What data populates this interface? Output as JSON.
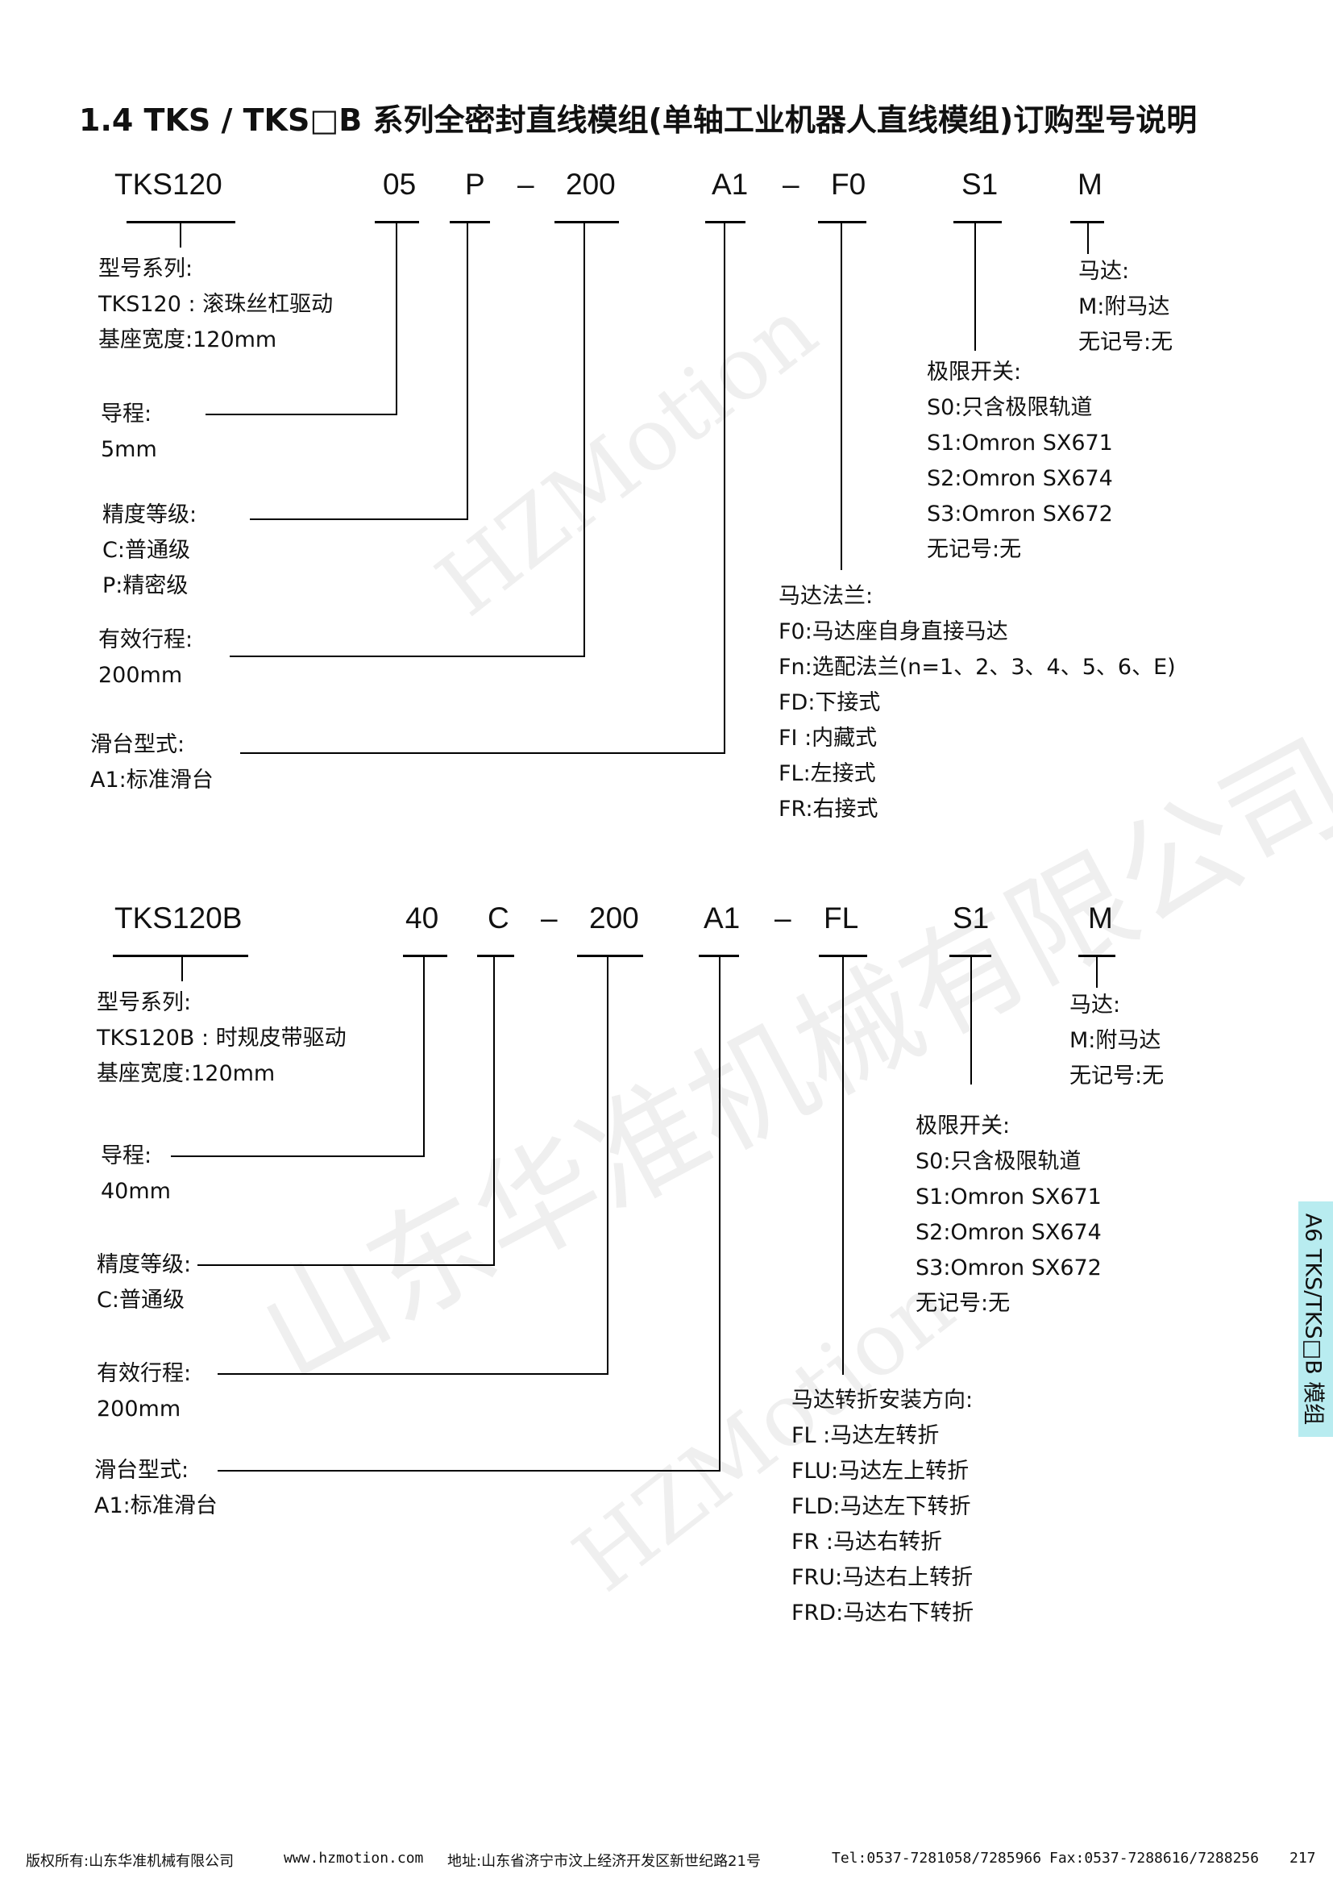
{
  "title": "1.4 TKS / TKS□B 系列全密封直线模组(单轴工业机器人直线模组)订购型号说明",
  "watermarks": [
    "HZMotion",
    "山东华准机械有限公司",
    "HZMotion"
  ],
  "side_tab": "A6 TKS/TKS□B 模组",
  "section1": {
    "codes": {
      "model": "TKS120",
      "lead": "05",
      "precision": "P",
      "dash1": "–",
      "stroke": "200",
      "slide": "A1",
      "dash2": "–",
      "flange": "F0",
      "switch": "S1",
      "motor": "M"
    },
    "model": {
      "title": "型号系列:",
      "l1": "TKS120 : 滚珠丝杠驱动",
      "l2": "基座宽度:120mm"
    },
    "lead": {
      "title": "导程:",
      "l1": "5mm"
    },
    "precision": {
      "title": "精度等级:",
      "l1": "C:普通级",
      "l2": "P:精密级"
    },
    "stroke": {
      "title": "有效行程:",
      "l1": "200mm"
    },
    "slide": {
      "title": "滑台型式:",
      "l1": "A1:标准滑台"
    },
    "motor": {
      "title": "马达:",
      "l1": "M:附马达",
      "l2": "无记号:无"
    },
    "switch": {
      "title": "极限开关:",
      "l1": "S0:只含极限轨道",
      "l2": "S1:Omron SX671",
      "l3": "S2:Omron SX674",
      "l4": "S3:Omron SX672",
      "l5": "无记号:无"
    },
    "flange": {
      "title": "马达法兰:",
      "l1": "F0:马达座自身直接马达",
      "l2": "Fn:选配法兰(n=1、2、3、4、5、6、E)",
      "l3": "FD:下接式",
      "l4": "FI :内藏式",
      "l5": "FL:左接式",
      "l6": "FR:右接式"
    }
  },
  "section2": {
    "codes": {
      "model": "TKS120B",
      "lead": "40",
      "precision": "C",
      "dash1": "–",
      "stroke": "200",
      "slide": "A1",
      "dash2": "–",
      "flange": "FL",
      "switch": "S1",
      "motor": "M"
    },
    "model": {
      "title": "型号系列:",
      "l1": "TKS120B : 时规皮带驱动",
      "l2": "基座宽度:120mm"
    },
    "lead": {
      "title": "导程:",
      "l1": "40mm"
    },
    "precision": {
      "title": "精度等级:",
      "l1": "C:普通级"
    },
    "stroke": {
      "title": "有效行程:",
      "l1": "200mm"
    },
    "slide": {
      "title": "滑台型式:",
      "l1": "A1:标准滑台"
    },
    "motor": {
      "title": "马达:",
      "l1": "M:附马达",
      "l2": "无记号:无"
    },
    "switch": {
      "title": "极限开关:",
      "l1": "S0:只含极限轨道",
      "l2": "S1:Omron SX671",
      "l3": "S2:Omron SX674",
      "l4": "S3:Omron SX672",
      "l5": "无记号:无"
    },
    "turn": {
      "title": "马达转折安装方向:",
      "l1": "FL :马达左转折",
      "l2": "FLU:马达左上转折",
      "l3": "FLD:马达左下转折",
      "l4": "FR :马达右转折",
      "l5": "FRU:马达右上转折",
      "l6": "FRD:马达右下转折"
    }
  },
  "footer": {
    "copyright": "版权所有:山东华准机械有限公司",
    "website": "www.hzmotion.com",
    "address": "地址:山东省济宁市汶上经济开发区新世纪路21号",
    "tel": "Tel:0537-7281058/7285966",
    "fax": "Fax:0537-7288616/7288256",
    "page": "217"
  }
}
